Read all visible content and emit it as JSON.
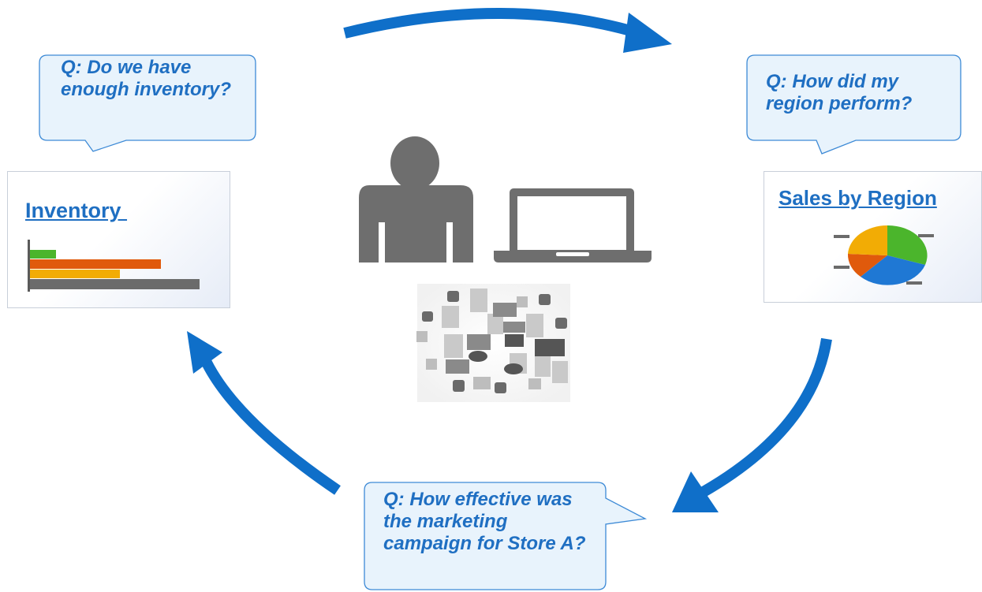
{
  "questions": {
    "inventory": "Q: Do we have enough inventory?",
    "region": "Q: How did my region perform?",
    "marketing": "Q: How effective was the marketing campaign for Store A?"
  },
  "cards": {
    "inventory_title": "Inventory ",
    "sales_title": "Sales by Region"
  },
  "icons": {
    "center_person": "person-icon",
    "center_laptop": "laptop-icon",
    "data_cloud": "data-sources-icon"
  },
  "colors": {
    "arrow": "#0f6fc9",
    "text": "#1f6fc2",
    "bubble_fill": "#e8f3fc",
    "bubble_stroke": "#3d8ad6",
    "gray": "#6b6b6b",
    "green": "#4bb52c",
    "orange": "#e05a0c",
    "yellow": "#f2ac05",
    "blue": "#1f78d4"
  }
}
